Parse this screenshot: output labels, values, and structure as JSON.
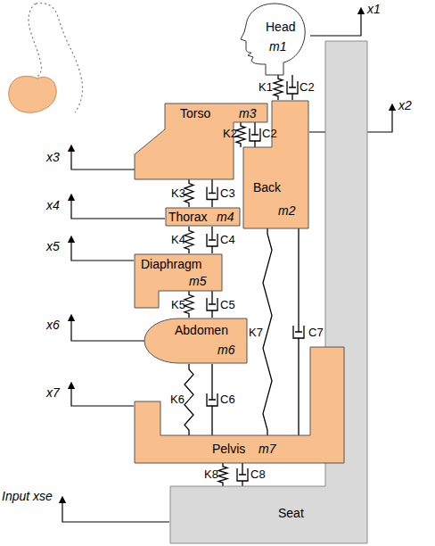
{
  "diagram": {
    "nodes": [
      {
        "text": [
          "Head",
          "m1"
        ]
      },
      {
        "text": [
          "Torso",
          "m3"
        ]
      },
      {
        "text": [
          "Back",
          "m2"
        ]
      },
      {
        "text": [
          "Thorax",
          "m4"
        ]
      },
      {
        "text": [
          "Diaphragm",
          "m5"
        ]
      },
      {
        "text": [
          "Abdomen",
          "m6"
        ]
      },
      {
        "text": [
          "Pelvis",
          "m7"
        ]
      },
      {
        "text": [
          "Seat"
        ]
      }
    ],
    "edges": [
      {
        "from": 0,
        "to": 2,
        "label": "K1",
        "arrow": "none"
      },
      {
        "from": 0,
        "to": 2,
        "label": "C2",
        "arrow": "none"
      },
      {
        "from": 1,
        "to": 2,
        "label": "K2",
        "arrow": "none"
      },
      {
        "from": 1,
        "to": 2,
        "label": "C2",
        "arrow": "none"
      },
      {
        "from": 1,
        "to": 3,
        "label": "K3",
        "arrow": "none"
      },
      {
        "from": 1,
        "to": 3,
        "label": "C3",
        "arrow": "none"
      },
      {
        "from": 3,
        "to": 4,
        "label": "K4",
        "arrow": "none"
      },
      {
        "from": 3,
        "to": 4,
        "label": "C4",
        "arrow": "none"
      },
      {
        "from": 4,
        "to": 5,
        "label": "K5",
        "arrow": "none"
      },
      {
        "from": 4,
        "to": 5,
        "label": "C5",
        "arrow": "none"
      },
      {
        "from": 5,
        "to": 6,
        "label": "K6",
        "arrow": "none"
      },
      {
        "from": 5,
        "to": 6,
        "label": "C6",
        "arrow": "none"
      },
      {
        "from": 2,
        "to": 6,
        "label": "K7",
        "arrow": "none"
      },
      {
        "from": 2,
        "to": 6,
        "label": "C7",
        "arrow": "none"
      },
      {
        "from": 6,
        "to": 7,
        "label": "K8",
        "arrow": "none"
      },
      {
        "from": 6,
        "to": 7,
        "label": "C8",
        "arrow": "none"
      }
    ],
    "labels": [
      "x1",
      "x2",
      "x3",
      "x4",
      "x5",
      "x6",
      "x7",
      "Input xse"
    ]
  }
}
